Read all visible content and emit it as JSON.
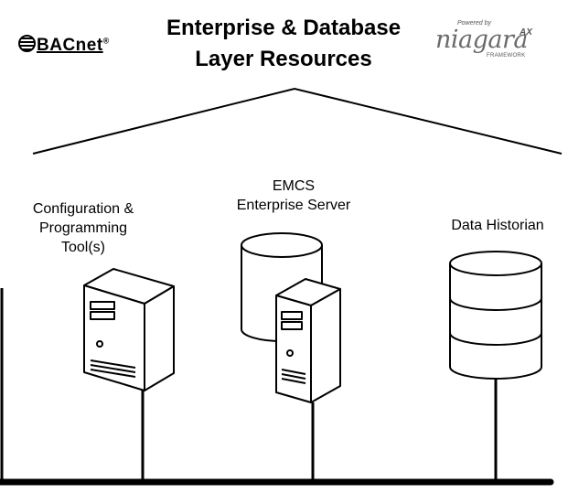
{
  "title": {
    "line1": "Enterprise & Database",
    "line2": "Layer Resources"
  },
  "logos": {
    "bacnet": {
      "text": "BACnet",
      "mark": "®"
    },
    "niagara": {
      "powered_by": "Powered by",
      "name": "niagara",
      "suffix": "AX",
      "tagline": "FRAMEWORK"
    }
  },
  "nodes": [
    {
      "id": "config-tool",
      "label": "Configuration &\nProgramming\nTool(s)",
      "icon": "server-tower-icon"
    },
    {
      "id": "emcs-server",
      "label": "EMCS\nEnterprise Server",
      "icon": "server-with-database-icon"
    },
    {
      "id": "data-historian",
      "label": "Data Historian",
      "icon": "database-cylinder-icon"
    }
  ],
  "colors": {
    "stroke": "#000000",
    "fill": "#ffffff",
    "logo_gray": "#6a6a6a"
  }
}
